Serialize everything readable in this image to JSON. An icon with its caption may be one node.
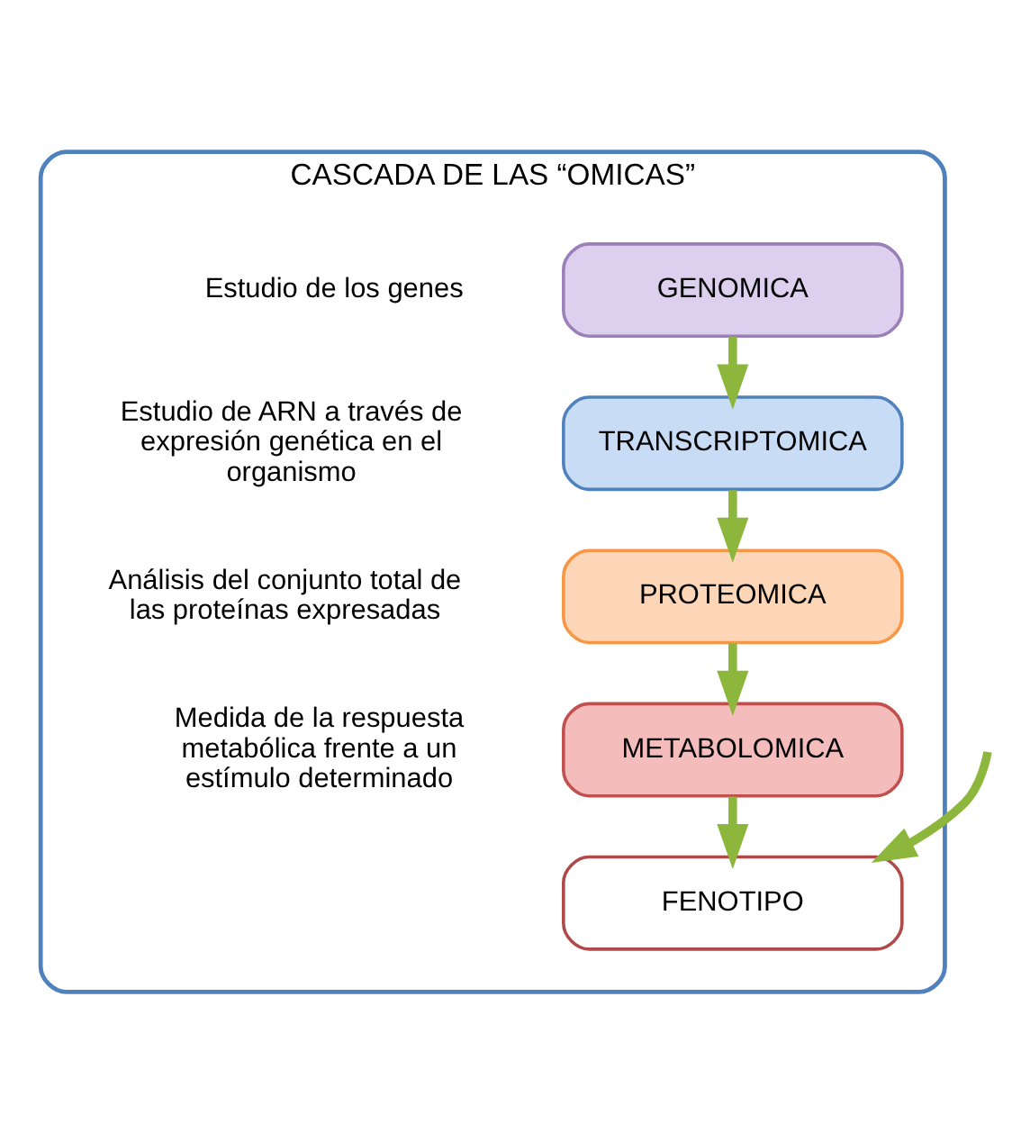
{
  "diagram": {
    "nodes": [
      {
        "text": [
          "CASCADA DE LAS “OMICAS”"
        ]
      },
      {
        "text": [
          "GENOMICA"
        ],
        "in": 0,
        "beside": [
          "Estudio de los genes"
        ]
      },
      {
        "text": [
          "TRANSCRIPTOMICA"
        ],
        "in": 0,
        "beside": [
          "Estudio de ARN a través de expresión genética en el organismo"
        ]
      },
      {
        "text": [
          "PROTEOMICA"
        ],
        "in": 0,
        "beside": [
          "Análisis del conjunto total de las proteínas expresadas"
        ]
      },
      {
        "text": [
          "METABOLOMICA"
        ],
        "in": 0,
        "beside": [
          "Medida de la respuesta metabólica frente a un estímulo determinado"
        ]
      },
      {
        "text": [
          "FENOTIPO"
        ],
        "in": 0
      }
    ],
    "edges": [
      {
        "from": 1,
        "to": 2,
        "arrow": "to"
      },
      {
        "from": 2,
        "to": 3,
        "arrow": "to"
      },
      {
        "from": 3,
        "to": 4,
        "arrow": "to"
      },
      {
        "from": null,
        "to": 5,
        "arrow": "to"
      },
      {
        "from": 4,
        "to": 5,
        "arrow": "to"
      }
    ]
  }
}
